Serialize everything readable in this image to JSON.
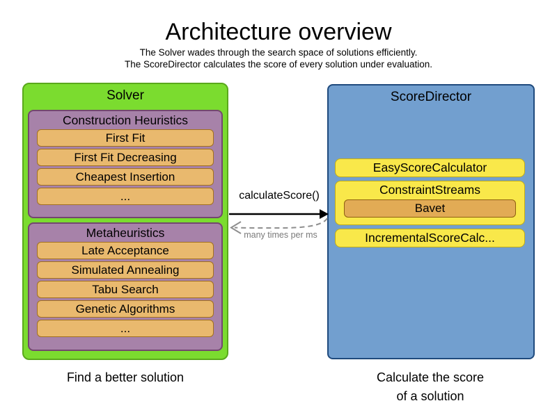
{
  "title": "Architecture overview",
  "subtitle_line1": "The Solver wades through the search space of solutions efficiently.",
  "subtitle_line2": "The ScoreDirector calculates the score of every solution under evaluation.",
  "solver": {
    "label": "Solver",
    "caption": "Find a better solution",
    "construction_heuristics": {
      "label": "Construction Heuristics",
      "items": [
        "First Fit",
        "First Fit Decreasing",
        "Cheapest Insertion",
        "..."
      ]
    },
    "metaheuristics": {
      "label": "Metaheuristics",
      "items": [
        "Late Acceptance",
        "Simulated Annealing",
        "Tabu Search",
        "Genetic Algorithms",
        "..."
      ]
    }
  },
  "score_director": {
    "label": "ScoreDirector",
    "caption_line1": "Calculate the score",
    "caption_line2": "of a solution",
    "easy_score_calculator": "EasyScoreCalculator",
    "constraint_streams": {
      "label": "ConstraintStreams",
      "item": "Bavet"
    },
    "incremental_score_calculator": "IncrementalScoreCalc..."
  },
  "arrow": {
    "call_label": "calculateScore()",
    "return_label": "many times per ms"
  },
  "colors": {
    "solver_fill": "#7bdc2f",
    "solver_border": "#5aa81c",
    "group_fill": "#a782a9",
    "group_border": "#73476f",
    "item_fill": "#e9b96e",
    "item_border": "#a1701f",
    "director_fill": "#729fcf",
    "director_border": "#1f4a7d",
    "calc_fill": "#f9e84a",
    "calc_border": "#c3ad14",
    "bavet_fill": "#e2ab55",
    "bavet_border": "#8f6010",
    "arrow_solid": "#000000",
    "arrow_dashed": "#8e8e8e"
  }
}
